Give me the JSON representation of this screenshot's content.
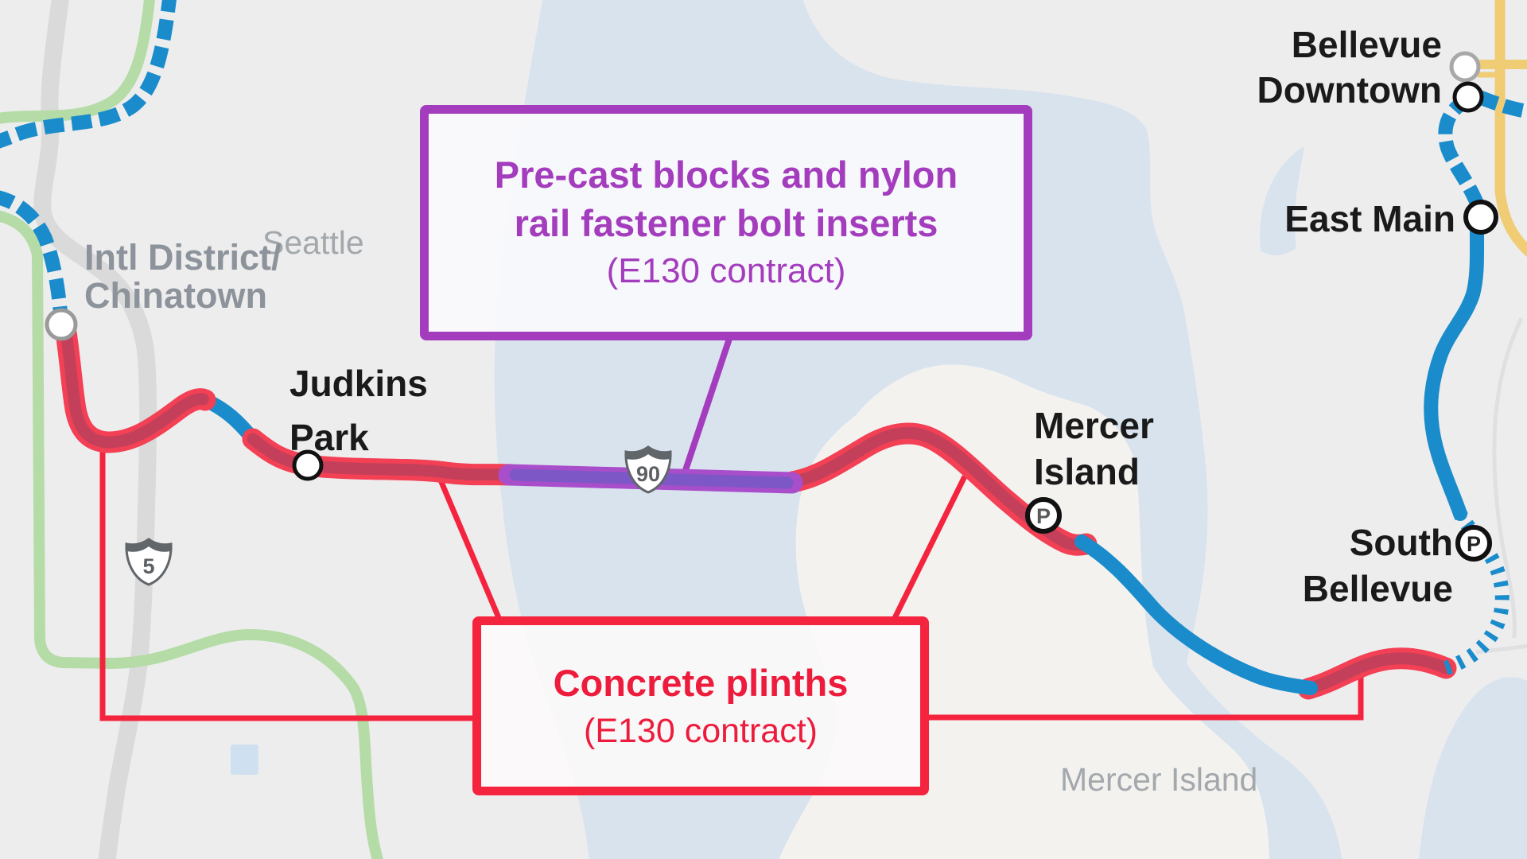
{
  "map": {
    "region_labels": {
      "seattle": "Seattle",
      "mercer_island": "Mercer Island"
    },
    "stations": [
      {
        "id": "intl-district",
        "line1": "Intl District/",
        "line2": "Chinatown",
        "parking": false
      },
      {
        "id": "judkins-park",
        "line1": "Judkins",
        "line2": "Park",
        "parking": false
      },
      {
        "id": "mercer-island",
        "line1": "Mercer",
        "line2": "Island",
        "parking": true
      },
      {
        "id": "south-bellevue",
        "line1": "South",
        "line2": "Bellevue",
        "parking": true
      },
      {
        "id": "east-main",
        "line1": "East Main",
        "line2": "",
        "parking": false
      },
      {
        "id": "bellevue-downtown",
        "line1": "Bellevue",
        "line2": "Downtown",
        "parking": false
      }
    ],
    "callouts": {
      "precast": {
        "line1": "Pre-cast blocks and nylon",
        "line2": "rail fastener bolt inserts",
        "subline": "(E130 contract)",
        "accent_color": "#a43dbd"
      },
      "plinths": {
        "line1": "Concrete plinths",
        "subline": "(E130 contract)",
        "accent_color": "#ee1c3c"
      }
    },
    "highway_shields": [
      {
        "id": "i90",
        "number": "90"
      },
      {
        "id": "i5",
        "number": "5"
      }
    ],
    "parking_glyph": "P",
    "colors": {
      "water": "#d9e3ee",
      "land": "#ededee",
      "island_land": "#f3f2ef",
      "line_blue": "#1b8ccb",
      "line_green": "#b5dca6",
      "route_red": "#f34055",
      "route_red_core": "#c4405a",
      "route_purple": "#a94ecb",
      "route_purple_core": "#7d57c5",
      "road_gray": "#dadada",
      "road_yellow": "#f0cc74"
    }
  }
}
